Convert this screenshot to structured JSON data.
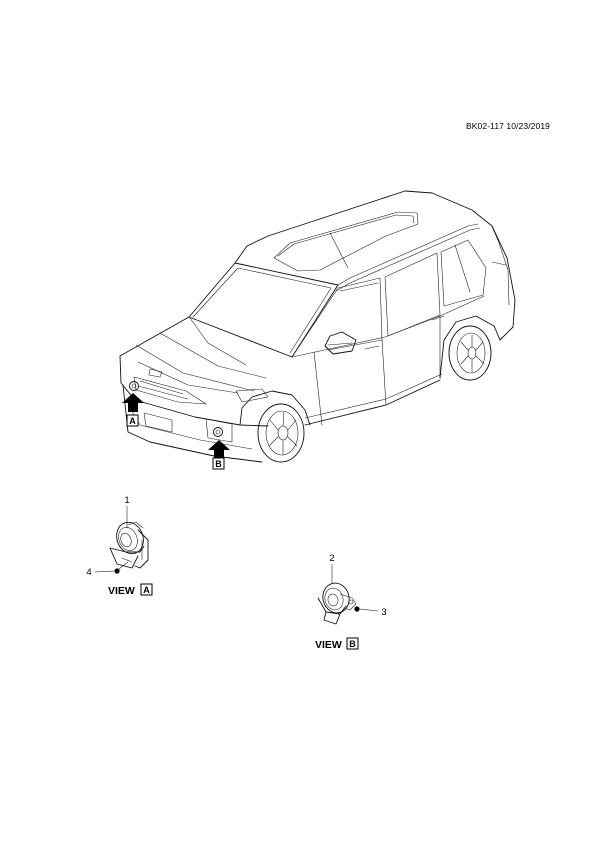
{
  "header": {
    "reference_code": "BK02-117 10/23/2019"
  },
  "arrow_markers": [
    {
      "letter": "A"
    },
    {
      "letter": "B"
    }
  ],
  "views": [
    {
      "title": "VIEW",
      "letter": "A",
      "callouts": [
        "1",
        "4"
      ]
    },
    {
      "title": "VIEW",
      "letter": "B",
      "callouts": [
        "2",
        "3"
      ]
    }
  ]
}
